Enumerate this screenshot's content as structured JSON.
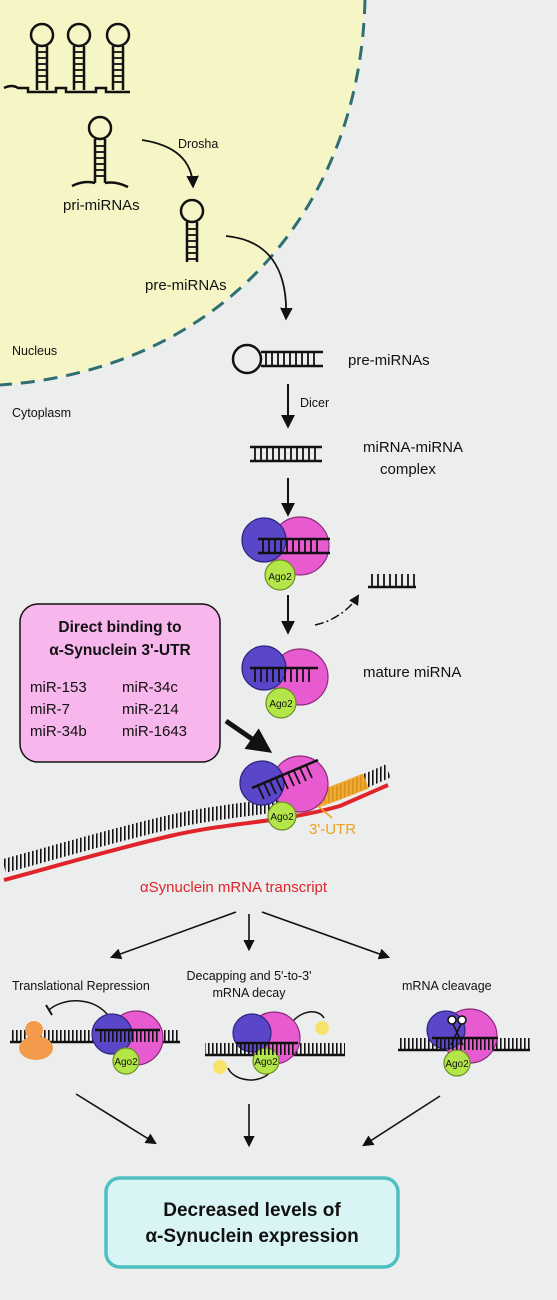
{
  "labels": {
    "drosha": "Drosha",
    "pri_mirnas": "pri-miRNAs",
    "pre_mirnas_nucleus": "pre-miRNAs",
    "nucleus": "Nucleus",
    "cytoplasm": "Cytoplasm",
    "pre_mirnas_cyto": "pre-miRNAs",
    "dicer": "Dicer",
    "mirna_complex_line1": "miRNA-miRNA",
    "mirna_complex_line2": "complex",
    "ago2": "Ago2",
    "mature_mirna": "mature miRNA",
    "utr": "3'-UTR",
    "transcript": "αSynuclein mRNA transcript",
    "translational_repression": "Translational Repression",
    "decapping_line1": "Decapping and 5'-to-3'",
    "decapping_line2": "mRNA decay",
    "mrna_cleavage": "mRNA cleavage"
  },
  "binding_box": {
    "title_line1": "Direct binding to",
    "title_line2": "α-Synuclein 3'-UTR",
    "mirnas_col1": [
      "miR-153",
      "miR-7",
      "miR-34b"
    ],
    "mirnas_col2": [
      "miR-34c",
      "miR-214",
      "miR-1643"
    ]
  },
  "result_box": {
    "line1": "Decreased levels of",
    "line2": "α-Synuclein expression"
  },
  "colors": {
    "nucleus_fill": "#f6f5c6",
    "cytoplasm_fill": "#eceeed",
    "membrane": "#2f6f74",
    "ago_blue": "#5a46c8",
    "ago_pink": "#e85bd0",
    "ago_green": "#b4e64a",
    "mrna_red": "#e0242b",
    "utr_orange": "#f0a21e",
    "binding_box_fill": "#f7b6ec",
    "result_box_fill": "#d9f4f4",
    "result_box_border": "#4fbfc1"
  }
}
